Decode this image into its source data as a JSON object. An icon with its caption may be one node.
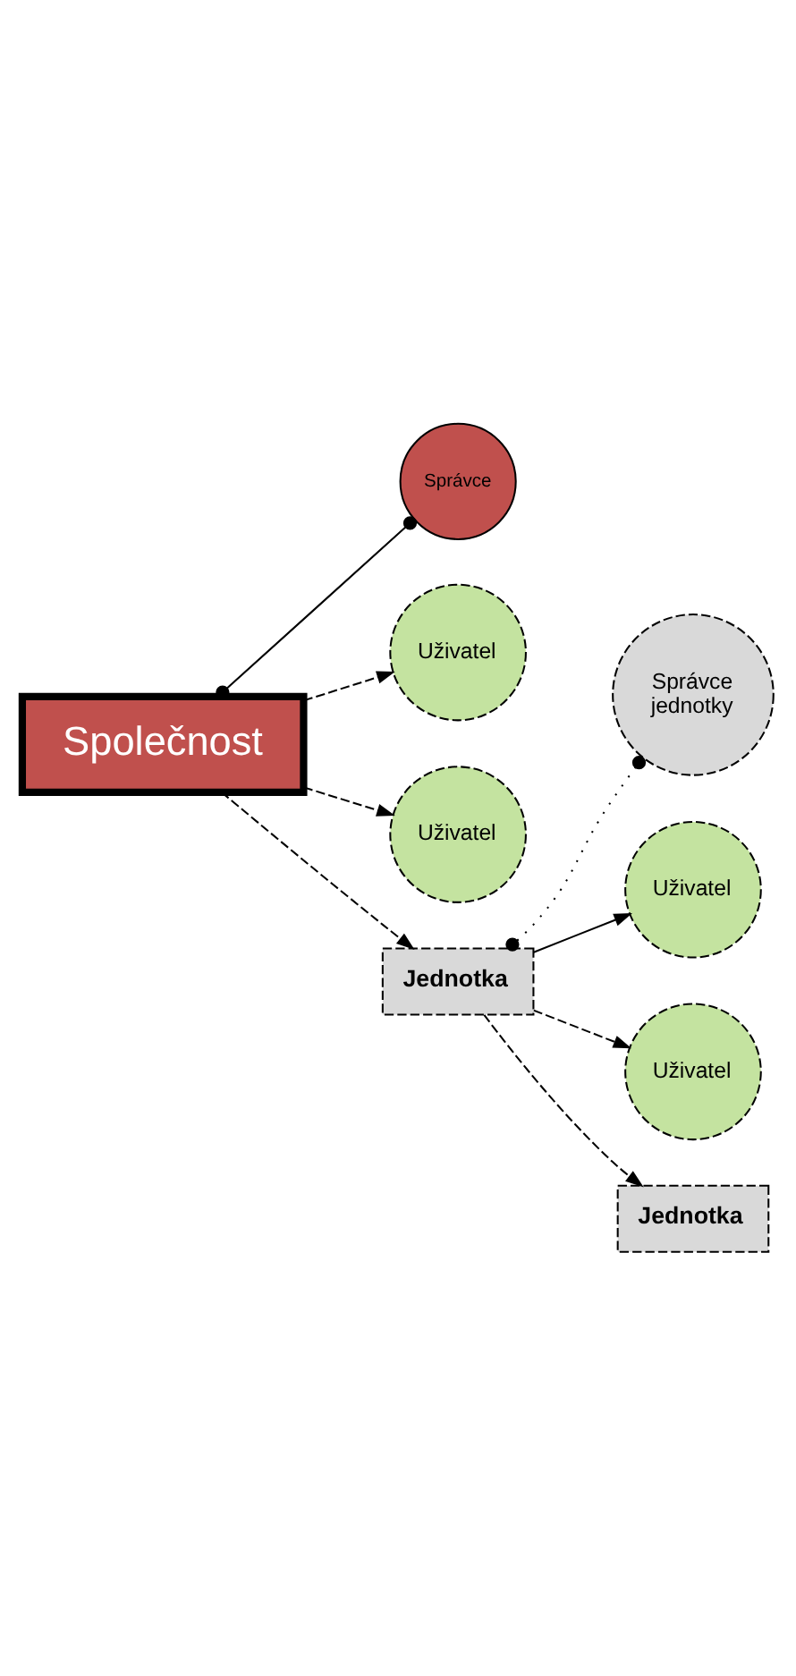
{
  "diagram": {
    "nodes": [
      {
        "text": [
          "Společnost"
        ]
      },
      {
        "text": [
          "Správce"
        ]
      },
      {
        "text": [
          "Uživatel"
        ]
      },
      {
        "text": [
          "Uživatel"
        ]
      },
      {
        "text": [
          "Jednotka"
        ]
      },
      {
        "text": [
          "Správce jednotky"
        ]
      },
      {
        "text": [
          "Uživatel"
        ]
      },
      {
        "text": [
          "Uživatel"
        ]
      },
      {
        "text": [
          "Jednotka"
        ]
      }
    ],
    "edges": [
      {
        "from": 0,
        "to": 1,
        "arrow": "other"
      },
      {
        "from": 0,
        "to": 2,
        "arrow": "to",
        "style": "dashed"
      },
      {
        "from": 0,
        "to": 3,
        "arrow": "to",
        "style": "dashed"
      },
      {
        "from": 0,
        "to": 4,
        "arrow": "to",
        "style": "dashed"
      },
      {
        "from": 4,
        "to": 5,
        "arrow": "other",
        "style": "dashed"
      },
      {
        "from": 4,
        "to": 6,
        "arrow": "to"
      },
      {
        "from": 4,
        "to": 7,
        "arrow": "to",
        "style": "dashed"
      },
      {
        "from": 4,
        "to": 8,
        "arrow": "to",
        "style": "dashed"
      }
    ]
  }
}
